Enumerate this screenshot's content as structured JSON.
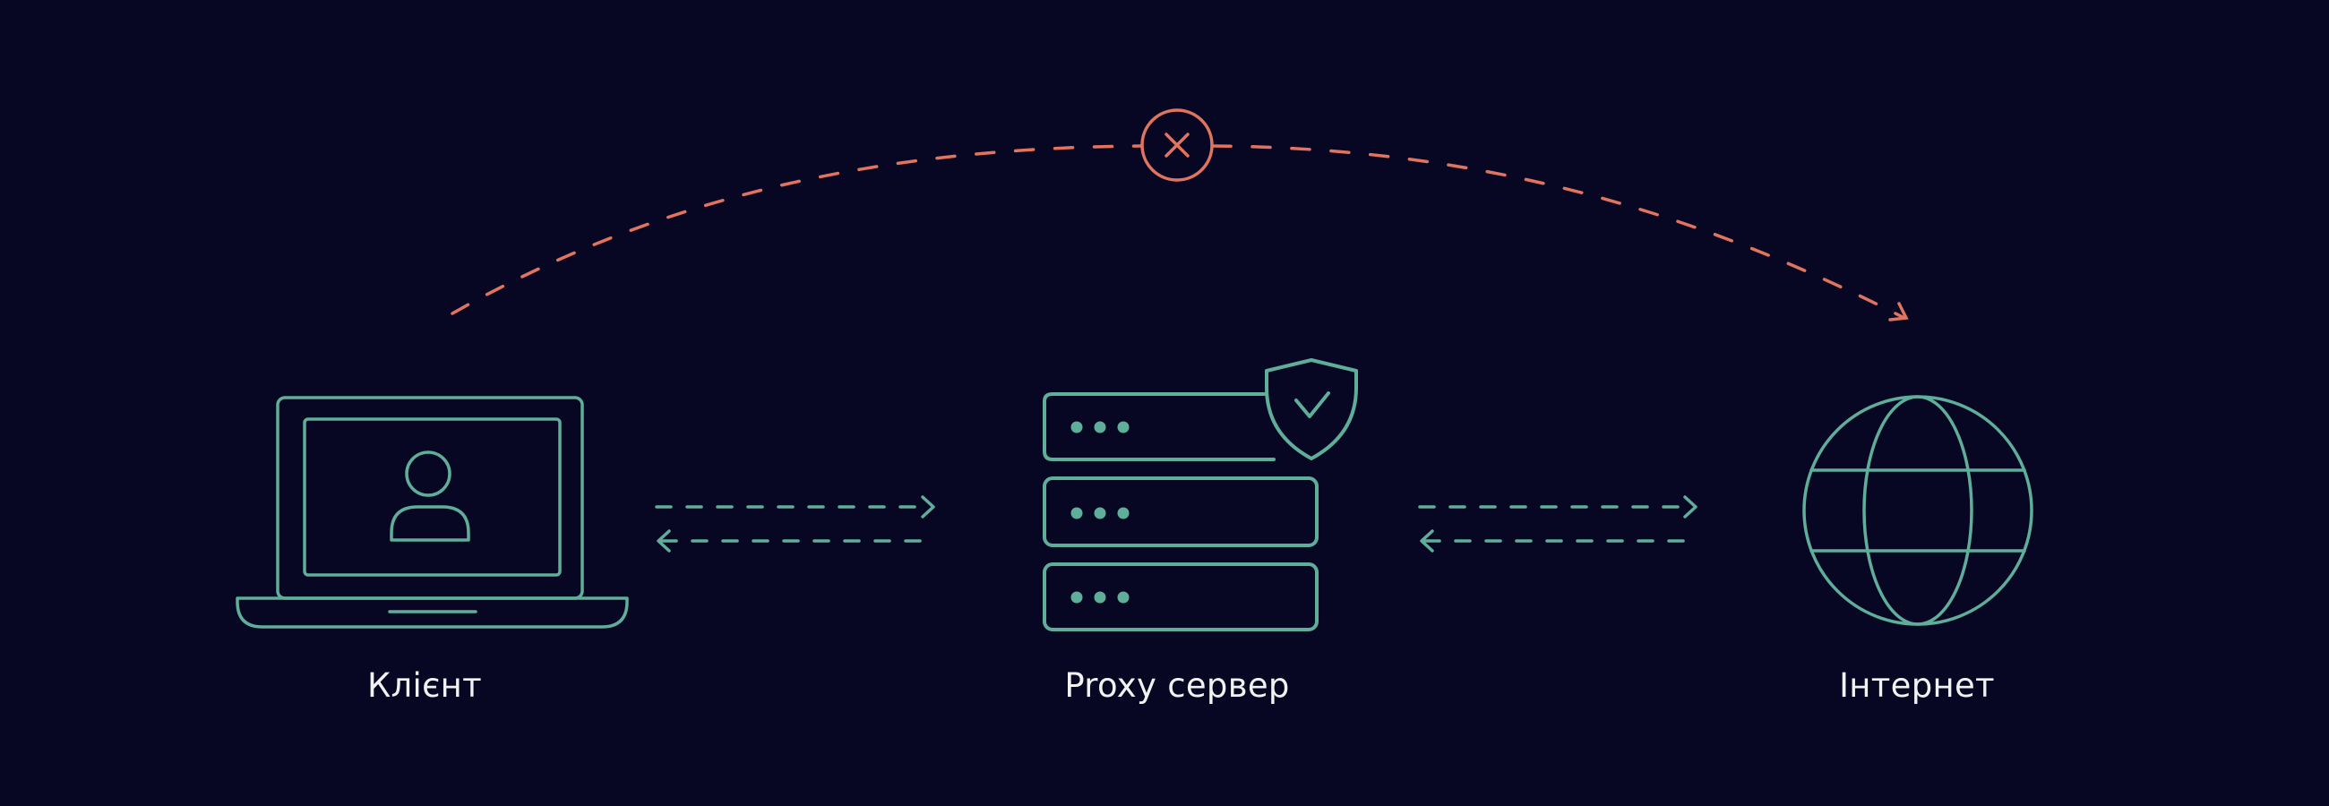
{
  "nodes": {
    "client": {
      "label": "Клієнт",
      "icon": "laptop-user-icon"
    },
    "proxy": {
      "label": "Proxy сервер",
      "icon": "server-shield-icon"
    },
    "internet": {
      "label": "Інтернет",
      "icon": "globe-icon"
    }
  },
  "connections": [
    {
      "from": "client",
      "to": "proxy",
      "style": "dashed-bidirectional"
    },
    {
      "from": "proxy",
      "to": "internet",
      "style": "dashed-bidirectional"
    },
    {
      "from": "client",
      "to": "internet",
      "style": "dashed-arc-blocked",
      "marker": "blocked-x-icon"
    }
  ],
  "colors": {
    "background": "#070724",
    "line": "#5fae9a",
    "blocked": "#e2735f",
    "text": "#f2f2f2"
  }
}
